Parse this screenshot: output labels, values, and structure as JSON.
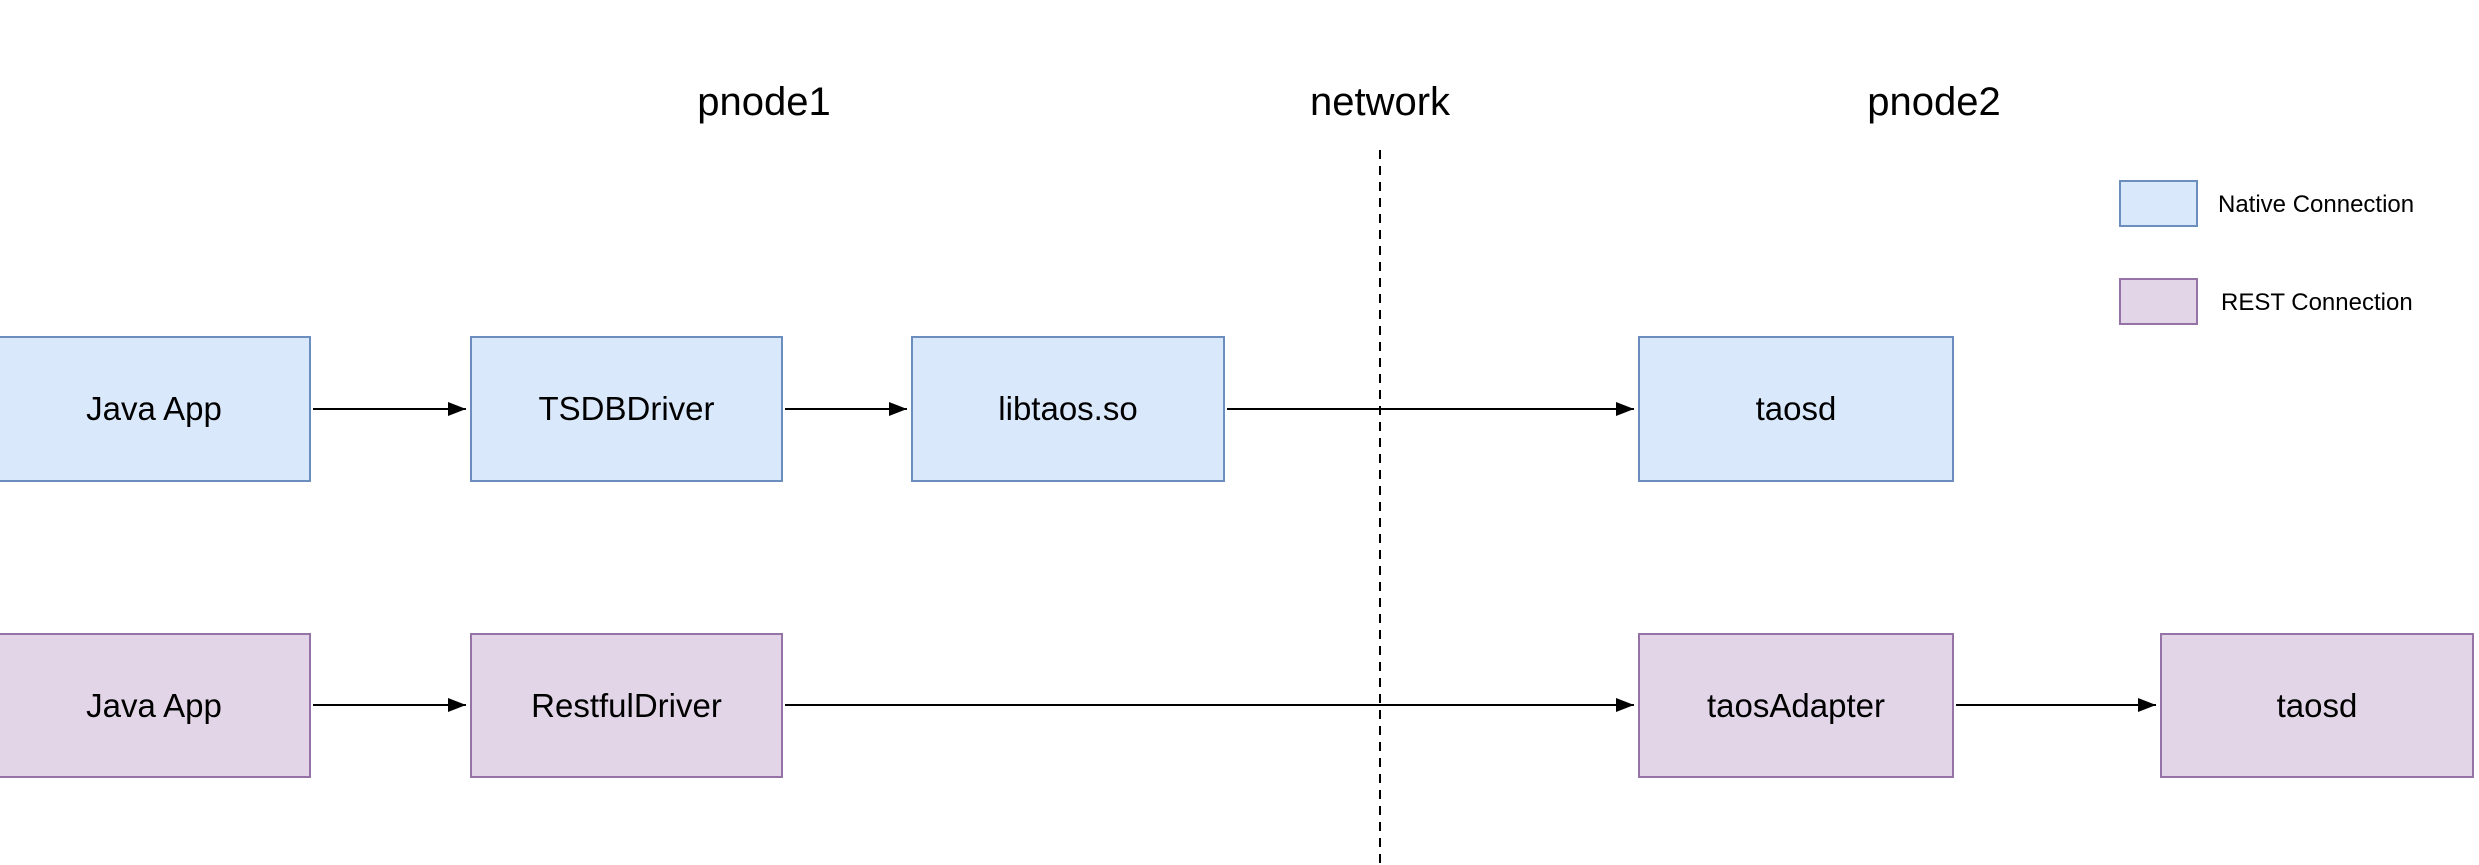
{
  "columns": {
    "pnode1": "pnode1",
    "network": "network",
    "pnode2": "pnode2"
  },
  "legend": {
    "native": {
      "label": "Native Connection",
      "fill": "#dae8fc",
      "border": "#6c8ebf"
    },
    "rest": {
      "label": "REST Connection",
      "fill": "#e1d5e7",
      "border": "#9673a6"
    }
  },
  "flows": {
    "native": {
      "nodes": [
        "Java App",
        "TSDBDriver",
        "libtaos.so",
        "taosd"
      ]
    },
    "rest": {
      "nodes": [
        "Java App",
        "RestfulDriver",
        "taosAdapter",
        "taosd"
      ]
    }
  },
  "colors": {
    "arrow": "#000000",
    "boundary_line": "#000000",
    "background": "#ffffff"
  }
}
